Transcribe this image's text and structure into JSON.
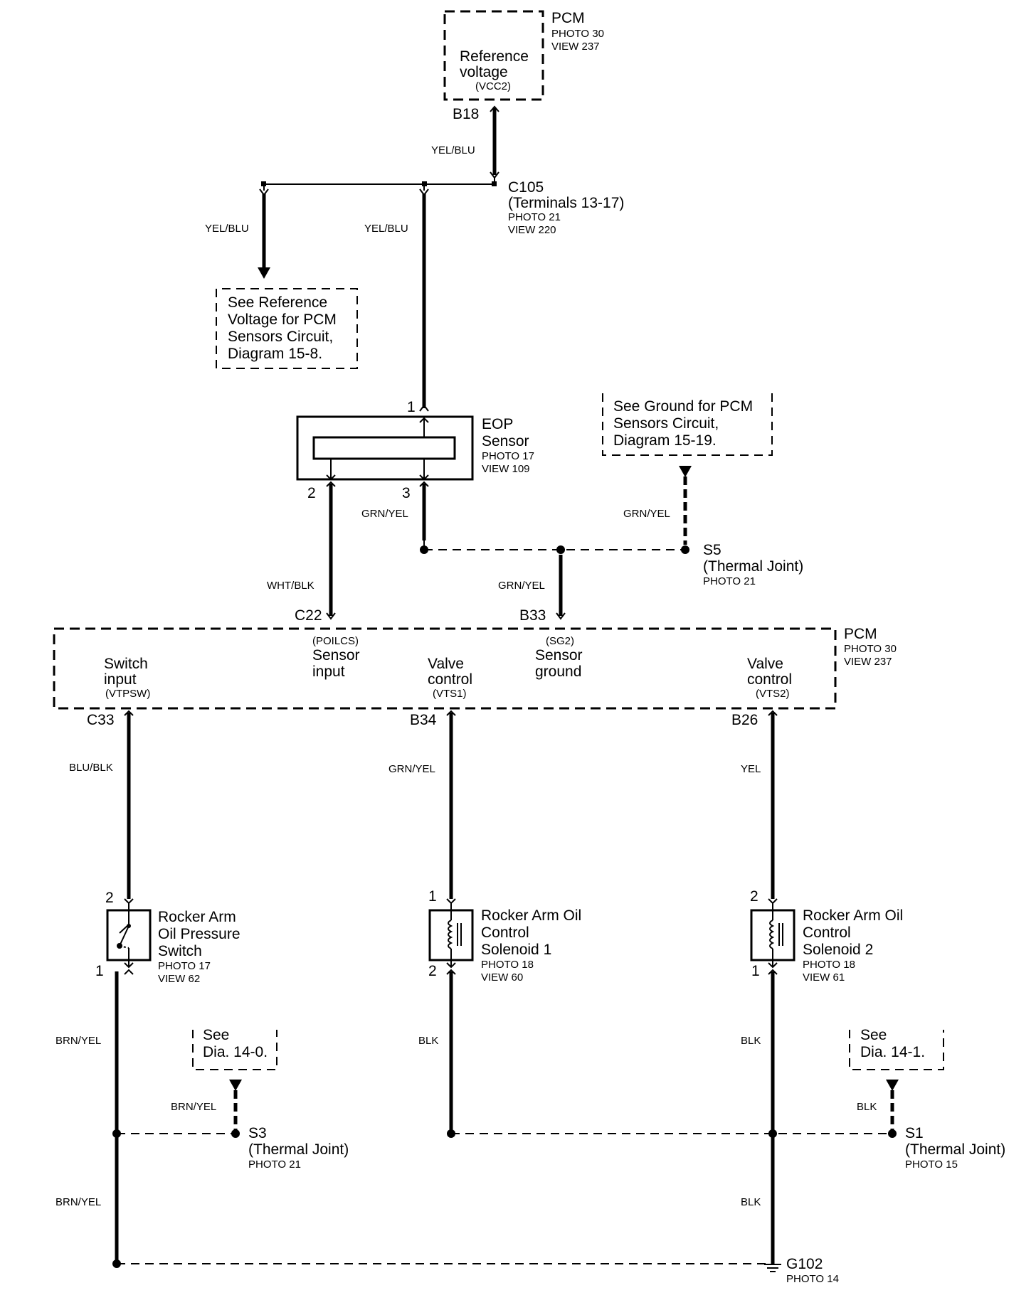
{
  "pcm_ref": {
    "title": "PCM",
    "photo": "PHOTO 30",
    "view": "VIEW 237",
    "line1": "Reference",
    "line2": "voltage",
    "code": "(VCC2)",
    "pin": "B18",
    "wire": "YEL/BLU"
  },
  "c105": {
    "title": "C105",
    "terminals": "(Terminals 13-17)",
    "photo": "PHOTO 21",
    "view": "VIEW 220",
    "left_wire": "YEL/BLU",
    "mid_wire": "YEL/BLU"
  },
  "ref_note": {
    "line1": "See  Reference",
    "line2": "Voltage for PCM",
    "line3": "Sensors Circuit,",
    "line4": "Diagram 15-8."
  },
  "ground_note": {
    "line1": "See Ground for PCM",
    "line2": "Sensors Circuit,",
    "line3": "Diagram 15-19.",
    "wire": "GRN/YEL"
  },
  "eop": {
    "title1": "EOP",
    "title2": "Sensor",
    "photo": "PHOTO 17",
    "view": "VIEW 109",
    "pin1": "1",
    "pin2": "2",
    "pin3": "3",
    "pin3_wire": "GRN/YEL",
    "pin2_wire": "WHT/BLK"
  },
  "s5": {
    "title": "S5",
    "sub": "(Thermal Joint)",
    "photo": "PHOTO 21",
    "down_wire": "GRN/YEL"
  },
  "pcm_main": {
    "title": "PCM",
    "photo": "PHOTO 30",
    "view": "VIEW 237",
    "c22": "C22",
    "b33": "B33",
    "poilcs": "(POILCS)",
    "sensor_input1": "Sensor",
    "sensor_input2": "input",
    "sg2": "(SG2)",
    "sensor_ground1": "Sensor",
    "sensor_ground2": "ground",
    "switch1": "Switch",
    "switch2": "input",
    "vtpsw": "(VTPSW)",
    "valve1a": "Valve",
    "valve1b": "control",
    "vts1": "(VTS1)",
    "valve2a": "Valve",
    "valve2b": "control",
    "vts2": "(VTS2)",
    "c33": "C33",
    "b34": "B34",
    "b26": "B26"
  },
  "left_branch": {
    "wire_top": "BLU/BLK",
    "pin2": "2",
    "pin1": "1",
    "name1": "Rocker Arm",
    "name2": "Oil Pressure",
    "name3": "Switch",
    "photo": "PHOTO 17",
    "view": "VIEW 62",
    "wire_mid": "BRN/YEL",
    "wire_bottom": "BRN/YEL"
  },
  "mid_branch": {
    "wire_top": "GRN/YEL",
    "pin1": "1",
    "pin2": "2",
    "name1": "Rocker Arm Oil",
    "name2": "Control",
    "name3": "Solenoid 1",
    "photo": "PHOTO 18",
    "view": "VIEW 60",
    "wire_mid": "BLK"
  },
  "right_branch": {
    "wire_top": "YEL",
    "pin2": "2",
    "pin1": "1",
    "name1": "Rocker Arm Oil",
    "name2": "Control",
    "name3": "Solenoid 2",
    "photo": "PHOTO 18",
    "view": "VIEW 61",
    "wire_mid": "BLK",
    "wire_bottom": "BLK"
  },
  "s3": {
    "note1": "See",
    "note2": "Dia. 14-0.",
    "wire": "BRN/YEL",
    "title": "S3",
    "sub": "(Thermal Joint)",
    "photo": "PHOTO 21"
  },
  "s1": {
    "note1": "See",
    "note2": "Dia. 14-1.",
    "wire": "BLK",
    "title": "S1",
    "sub": "(Thermal Joint)",
    "photo": "PHOTO 15"
  },
  "g102": {
    "title": "G102",
    "photo": "PHOTO 14"
  }
}
